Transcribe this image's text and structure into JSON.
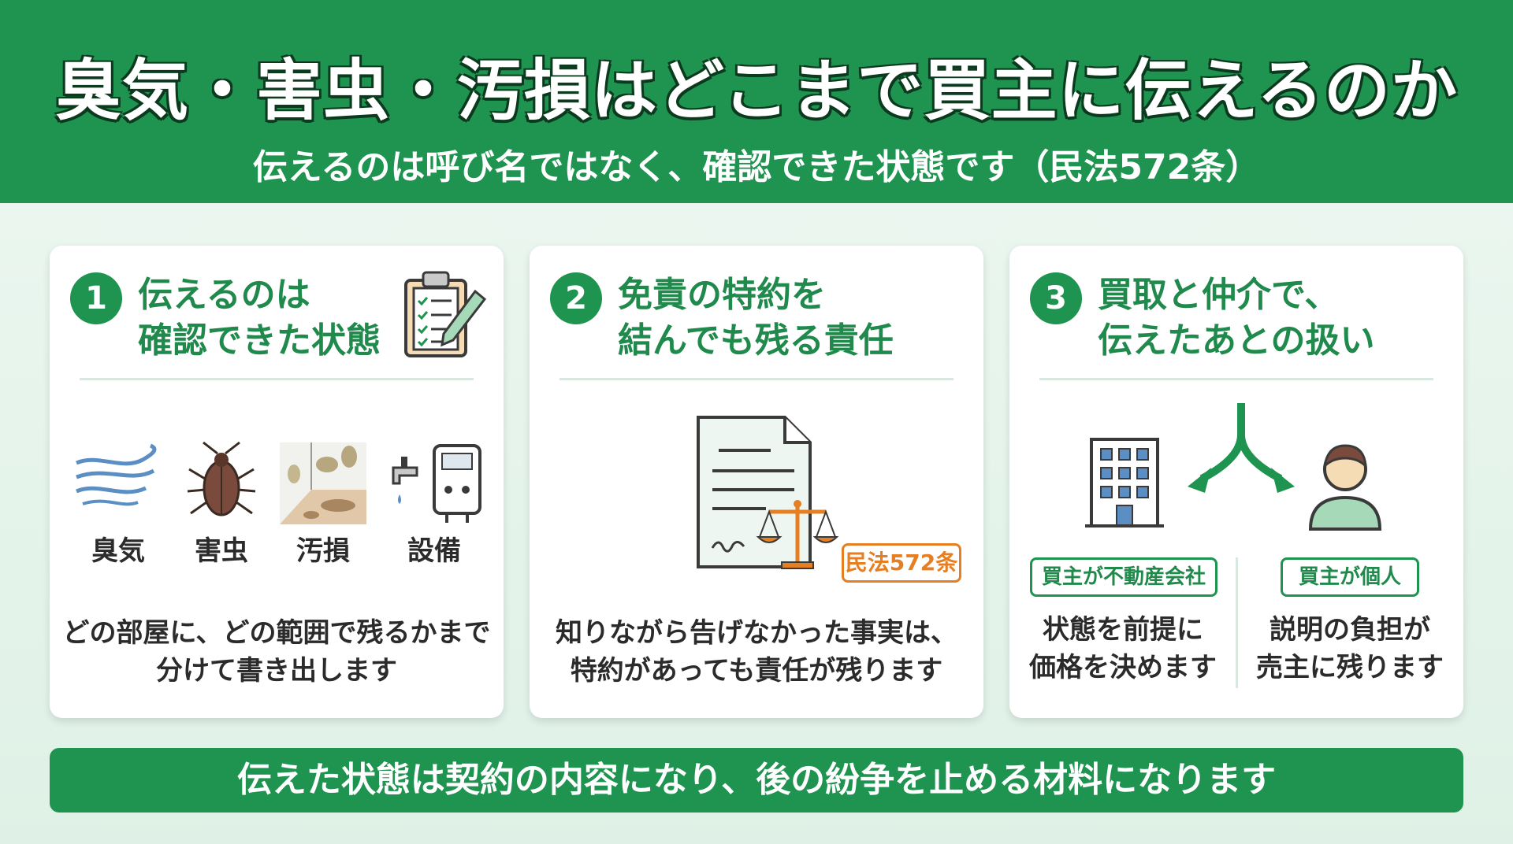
{
  "header": {
    "title": "臭気・害虫・汚損はどこまで買主に伝えるのか",
    "subtitle": "伝えるのは呼び名ではなく、確認できた状態です（民法572条）"
  },
  "cards": [
    {
      "number": "1",
      "heading_line1": "伝えるのは",
      "heading_line2": "確認できた状態",
      "icons": [
        {
          "name": "wind-odor-icon",
          "label": "臭気"
        },
        {
          "name": "cockroach-icon",
          "label": "害虫"
        },
        {
          "name": "stain-wall-icon",
          "label": "汚損"
        },
        {
          "name": "faucet-water-heater-icon",
          "label": "設備"
        }
      ],
      "body_line1": "どの部屋に、どの範囲で残るかまで",
      "body_line2": "分けて書き出します"
    },
    {
      "number": "2",
      "heading_line1": "免責の特約を",
      "heading_line2": "結んでも残る責任",
      "badge": "民法572条",
      "body_line1": "知りながら告げなかった事実は、",
      "body_line2": "特約があっても責任が残ります"
    },
    {
      "number": "3",
      "heading_line1": "買取と仲介で、",
      "heading_line2": "伝えたあとの扱い",
      "left_tag": "買主が不動産会社",
      "right_tag": "買主が個人",
      "left_line1": "状態を前提に",
      "left_line2": "価格を決めます",
      "right_line1": "説明の負担が",
      "right_line2": "売主に残ります"
    }
  ],
  "footer": {
    "text": "伝えた状態は契約の内容になり、後の紛争を止める材料になります"
  },
  "colors": {
    "brand_green": "#1f9350",
    "accent_orange": "#e67e22",
    "background": "#e6f4ec"
  }
}
